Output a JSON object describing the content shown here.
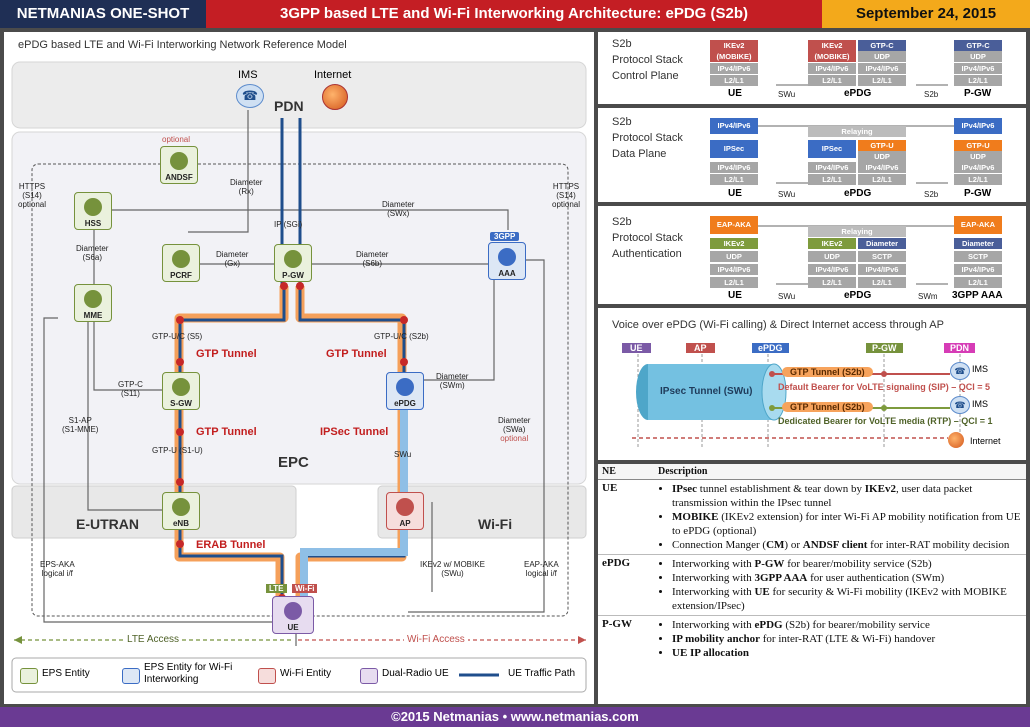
{
  "header": {
    "brand": "NETMANIAS ONE-SHOT",
    "title": "3GPP based LTE and Wi-Fi Interworking Architecture: ePDG (S2b)",
    "date": "September 24, 2015"
  },
  "footer": "©2015 Netmanias • www.netmanias.com",
  "model": {
    "title": "ePDG based LTE and Wi-Fi Interworking Network Reference Model",
    "pdn": "PDN",
    "ims": "IMS",
    "internet": "Internet",
    "epc": "EPC",
    "eutran": "E-UTRAN",
    "wifi": "Wi-Fi",
    "optional": "optional",
    "nodes": {
      "andsf": "ANDSF",
      "hss": "HSS",
      "pcrf": "PCRF",
      "pgw": "P-GW",
      "aaa": "AAA",
      "mme": "MME",
      "sgw": "S-GW",
      "epdg": "ePDG",
      "enb": "eNB",
      "ap": "AP",
      "ue": "UE",
      "threegpp": "3GPP",
      "lte_tag": "LTE",
      "wifi_tag": "Wi-Fi"
    },
    "ifaces": {
      "https_l1": "HTTPS",
      "https_l2": "(S14)",
      "https_l3": "optional",
      "https_r1": "HTTPS",
      "https_r2": "(S14)",
      "https_r3": "optional",
      "rx1": "Diameter",
      "rx2": "(Rx)",
      "sgi": "IP (SGi)",
      "swx1": "Diameter",
      "swx2": "(SWx)",
      "s6a1": "Diameter",
      "s6a2": "(S6a)",
      "gx1": "Diameter",
      "gx2": "(Gx)",
      "s6b1": "Diameter",
      "s6b2": "(S6b)",
      "s5": "GTP-U/C (S5)",
      "s2b": "GTP-U/C (S2b)",
      "s11a": "GTP-C",
      "s11b": "(S11)",
      "s1ap1": "S1-AP",
      "s1ap2": "(S1-MME)",
      "swm1": "Diameter",
      "swm2": "(SWm)",
      "swa1": "Diameter",
      "swa2": "(SWa)",
      "swa3": "optional",
      "s1u": "GTP-U (S1-U)",
      "swu": "SWu",
      "epsaka1": "EPS-AKA",
      "epsaka2": "logical i/f",
      "ike1": "IKEv2 w/ MOBIKE",
      "ike2": "(SWu)",
      "eapaka1": "EAP-AKA",
      "eapaka2": "logical i/f"
    },
    "tunnels": {
      "gtp1": "GTP Tunnel",
      "gtp2": "GTP Tunnel",
      "gtp3": "GTP Tunnel",
      "ipsec": "IPSec Tunnel",
      "erab": "ERAB Tunnel"
    },
    "access": {
      "lte": "LTE Access",
      "wifi": "Wi-Fi Access"
    }
  },
  "legend": [
    {
      "label": "EPS Entity",
      "color": "#76923c",
      "fill": "#eaf1dd"
    },
    {
      "label": "EPS Entity for Wi-Fi Interworking",
      "color": "#3b6cc4",
      "fill": "#dde7f5"
    },
    {
      "label": "Wi-Fi Entity",
      "color": "#c0504d",
      "fill": "#f6dddc"
    },
    {
      "label": "Dual-Radio UE",
      "color": "#7b5aa6",
      "fill": "#e7dcf0"
    },
    {
      "label": "UE Traffic Path",
      "color": "#1f4e8c",
      "fill": "none"
    }
  ],
  "stacks": {
    "control": {
      "title": [
        "S2b",
        "Protocol Stack",
        "Control Plane"
      ],
      "ue": [
        "IKEv2",
        "(MOBIKE)",
        "IPv4/IPv6",
        "L2/L1"
      ],
      "epdg_left": [
        "IKEv2",
        "(MOBIKE)",
        "IPv4/IPv6",
        "L2/L1"
      ],
      "epdg_right": [
        "GTP-C",
        "UDP",
        "IPv4/IPv6",
        "L2/L1"
      ],
      "pgw": [
        "GTP-C",
        "UDP",
        "IPv4/IPv6",
        "L2/L1"
      ],
      "labels": [
        "UE",
        "SWu",
        "ePDG",
        "S2b",
        "P-GW"
      ]
    },
    "data": {
      "title": [
        "S2b",
        "Protocol Stack",
        "Data Plane"
      ],
      "ue": [
        "IPv4/IPv6",
        "IPSec",
        "IPv4/IPv6",
        "L2/L1"
      ],
      "relaying": "Relaying",
      "epdg_left": [
        "IPSec",
        "IPv4/IPv6",
        "L2/L1"
      ],
      "epdg_right": [
        "GTP-U",
        "UDP",
        "IPv4/IPv6",
        "L2/L1"
      ],
      "pgw": [
        "IPv4/IPv6",
        "GTP-U",
        "UDP",
        "IPv4/IPv6",
        "L2/L1"
      ],
      "labels": [
        "UE",
        "SWu",
        "ePDG",
        "S2b",
        "P-GW"
      ]
    },
    "auth": {
      "title": [
        "S2b",
        "Protocol Stack",
        "Authentication"
      ],
      "ue": [
        "EAP-AKA",
        "IKEv2",
        "UDP",
        "IPv4/IPv6",
        "L2/L1"
      ],
      "relaying": "Relaying",
      "epdg_left": [
        "IKEv2",
        "UDP",
        "IPv4/IPv6",
        "L2/L1"
      ],
      "epdg_right": [
        "Diameter",
        "SCTP",
        "IPv4/IPv6",
        "L2/L1"
      ],
      "aaa": [
        "EAP-AKA",
        "Diameter",
        "SCTP",
        "IPv4/IPv6",
        "L2/L1"
      ],
      "labels": [
        "UE",
        "SWu",
        "ePDG",
        "SWm",
        "3GPP AAA"
      ]
    }
  },
  "voice": {
    "title": "Voice over ePDG (Wi-Fi calling) & Direct Internet access through AP",
    "tags": [
      "UE",
      "AP",
      "ePDG",
      "P-GW",
      "PDN"
    ],
    "ipsec": "IPsec Tunnel (SWu)",
    "gtp1": "GTP Tunnel (S2b)",
    "gtp2": "GTP Tunnel (S2b)",
    "bearer1": "Default Bearer for VoLTE signaling (SIP) – QCI = 5",
    "bearer2": "Dedicated Bearer for VoLTE media (RTP) – QCI = 1",
    "ims1": "IMS",
    "ims2": "IMS",
    "internet": "Internet"
  },
  "desc": {
    "head_ne": "NE",
    "head_desc": "Description",
    "rows": [
      {
        "ne": "UE",
        "items": [
          [
            "IPsec",
            " tunnel establishment & tear down by ",
            "IKEv2",
            ", user data packet transmission within the IPsec tunnel"
          ],
          [
            "MOBIKE",
            " (IKEv2 extension) for inter Wi-Fi AP mobility notification from UE to ePDG (optional)"
          ],
          [
            "",
            "Connection Manger (",
            "CM",
            ") or ",
            "ANDSF client",
            " for inter-RAT mobility decision"
          ]
        ]
      },
      {
        "ne": "ePDG",
        "items": [
          [
            "",
            "Interworking with ",
            "P-GW",
            " for bearer/mobility service (S2b)"
          ],
          [
            "",
            "Interworking with ",
            "3GPP AAA",
            " for user authentication (SWm)"
          ],
          [
            "",
            "Interworking with ",
            "UE",
            " for security & Wi-Fi mobility (IKEv2 with MOBIKE extension/IPsec)"
          ]
        ]
      },
      {
        "ne": "P-GW",
        "items": [
          [
            "",
            "Interworking with ",
            "ePDG",
            " (S2b) for bearer/mobility service"
          ],
          [
            "IP mobility anchor",
            " for inter-RAT (LTE & Wi-Fi) handover"
          ],
          [
            "UE IP allocation"
          ]
        ]
      }
    ]
  }
}
